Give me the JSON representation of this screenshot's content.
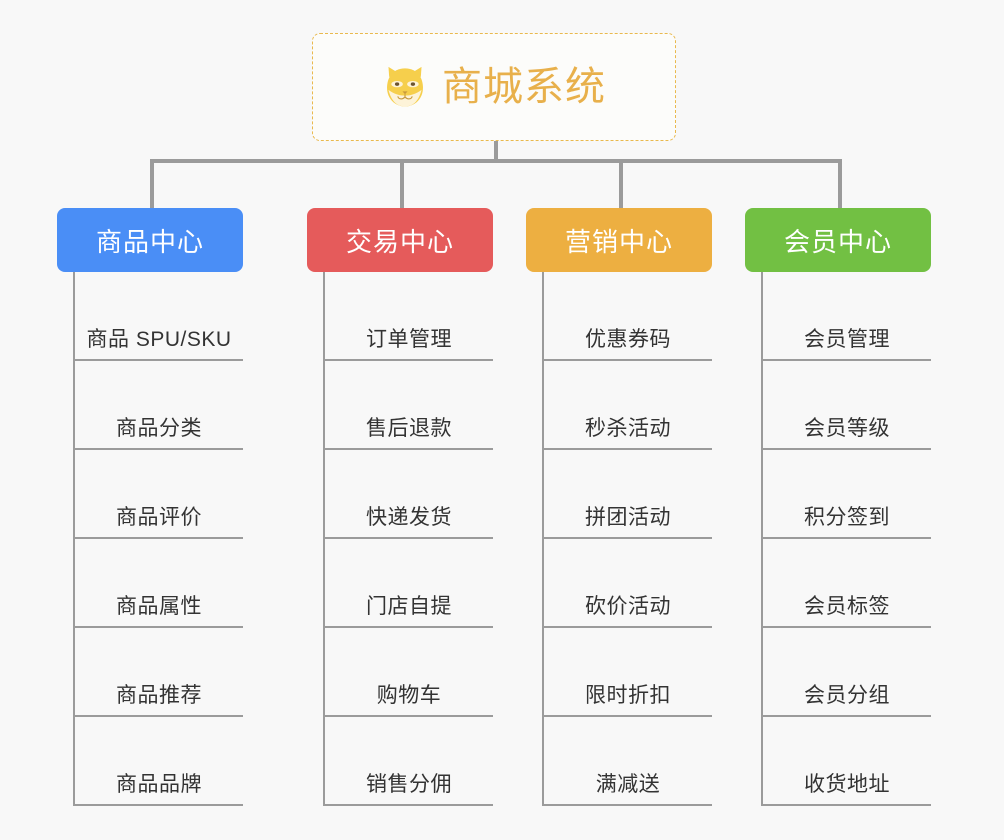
{
  "root": {
    "title": "商城系统",
    "icon": "shiba-dog-face-icon",
    "border_color": "#e9b94e",
    "text_color": "#e8b04b"
  },
  "theme": {
    "background": "#f8f8f8",
    "connector_color": "#9b9b9b",
    "leaf_text_color": "#333333"
  },
  "categories": [
    {
      "label": "商品中心",
      "color": "#4a8ef6",
      "items": [
        "商品 SPU/SKU",
        "商品分类",
        "商品评价",
        "商品属性",
        "商品推荐",
        "商品品牌"
      ]
    },
    {
      "label": "交易中心",
      "color": "#e55b5b",
      "items": [
        "订单管理",
        "售后退款",
        "快递发货",
        "门店自提",
        "购物车",
        "销售分佣"
      ]
    },
    {
      "label": "营销中心",
      "color": "#edaf41",
      "items": [
        "优惠券码",
        "秒杀活动",
        "拼团活动",
        "砍价活动",
        "限时折扣",
        "满减送"
      ]
    },
    {
      "label": "会员中心",
      "color": "#72c043",
      "items": [
        "会员管理",
        "会员等级",
        "积分签到",
        "会员标签",
        "会员分组",
        "收货地址"
      ]
    }
  ]
}
